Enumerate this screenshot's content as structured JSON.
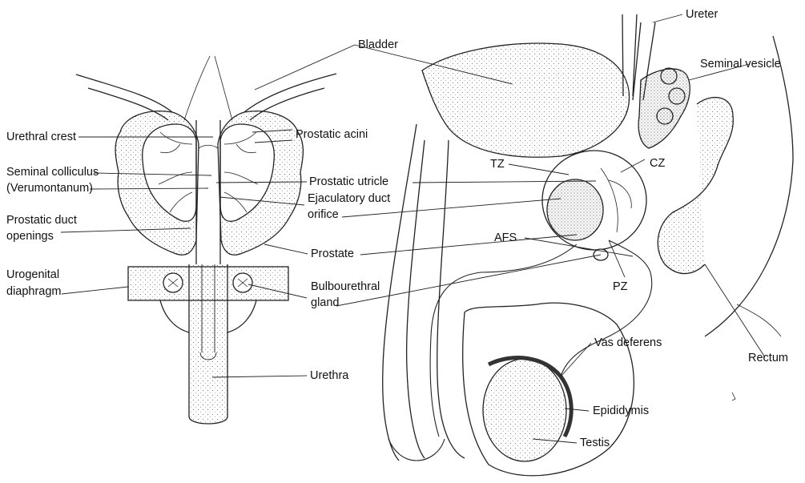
{
  "labels": {
    "bladder": "Bladder",
    "ureter": "Ureter",
    "seminal_vesicle": "Seminal vesicle",
    "urethral_crest": "Urethral crest",
    "prostatic_acini": "Prostatic acini",
    "seminal_colliculus_line1": "Seminal colliculus",
    "seminal_colliculus_line2": "(Verumontanum)",
    "prostatic_utricle": "Prostatic utricle",
    "ejaculatory_duct_line1": "Ejaculatory duct",
    "ejaculatory_duct_line2": "orifice",
    "prostatic_duct_line1": "Prostatic duct",
    "prostatic_duct_line2": "openings",
    "prostate": "Prostate",
    "urogenital_line1": "Urogenital",
    "urogenital_line2": "diaphragm",
    "bulbourethral_line1": "Bulbourethral",
    "bulbourethral_line2": "gland",
    "urethra": "Urethra",
    "tz": "TZ",
    "cz": "CZ",
    "afs": "AFS",
    "pz": "PZ",
    "vas_deferens": "Vas deferens",
    "rectum": "Rectum",
    "epididymis": "Epididymis",
    "testis": "Testis"
  }
}
